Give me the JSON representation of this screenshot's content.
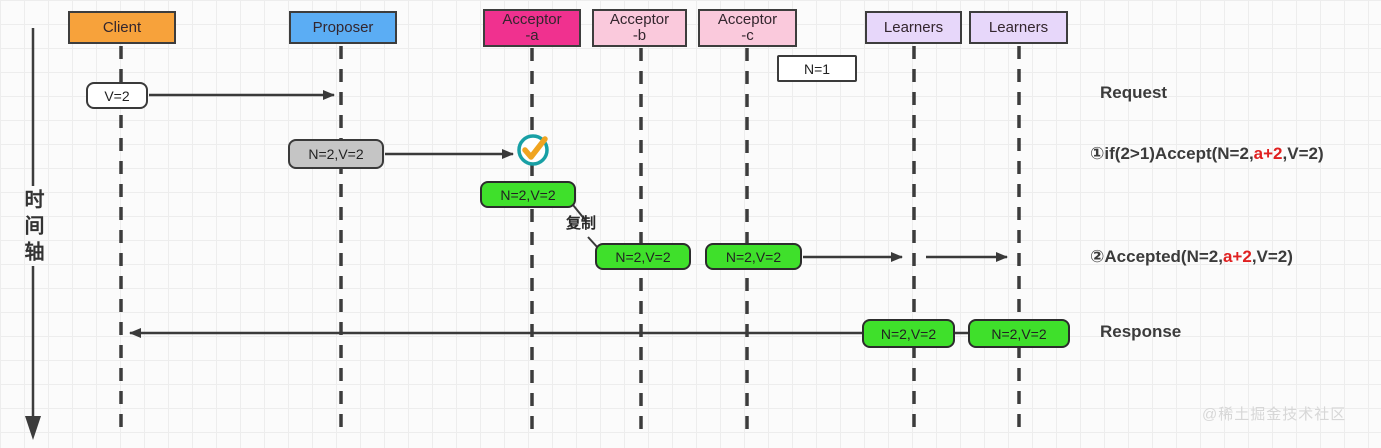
{
  "actors": [
    {
      "label": "Client",
      "color": "#F7A23B"
    },
    {
      "label": "Proposer",
      "color": "#5BADF4"
    },
    {
      "label": "Acceptor\n-a",
      "color": "#F0318F"
    },
    {
      "label": "Acceptor\n-b",
      "color": "#FAC9DC"
    },
    {
      "label": "Acceptor\n-c",
      "color": "#FAC9DC"
    },
    {
      "label": "Learners",
      "color": "#E7D7FA"
    },
    {
      "label": "Learners",
      "color": "#E7D7FA"
    }
  ],
  "badges": {
    "client_value": "V=2",
    "round_number": "N=1",
    "proposal": "N=2,V=2",
    "accepted_a": "N=2,V=2",
    "accepted_b": "N=2,V=2",
    "accepted_c": "N=2,V=2",
    "learner_left": "N=2,V=2",
    "learner_right": "N=2,V=2"
  },
  "labels": {
    "time_axis": "时间轴",
    "copy": "复制",
    "request": "Request",
    "response": "Response",
    "watermark": "@稀土掘金技术社区"
  },
  "annotations": {
    "accept": {
      "prefix": "①if(2>1)Accept(N=2,",
      "highlight": "a+2",
      "suffix": ",V=2)"
    },
    "accepted": {
      "prefix": "②Accepted(N=2,",
      "highlight": "a+2",
      "suffix": ",V=2)"
    }
  },
  "icons": {
    "check": "check-icon"
  },
  "colors": {
    "client": "#F7A23B",
    "proposer": "#5BADF4",
    "acceptor_a": "#F0318F",
    "acceptor_bc": "#FAC9DC",
    "learners": "#E7D7FA",
    "badge_green": "#3FE02B",
    "badge_gray": "#C5C5C5",
    "highlight_red": "#E02020",
    "check_teal": "#18A0A5",
    "check_orange": "#F0A420",
    "line_dark": "#3C3C3C"
  }
}
